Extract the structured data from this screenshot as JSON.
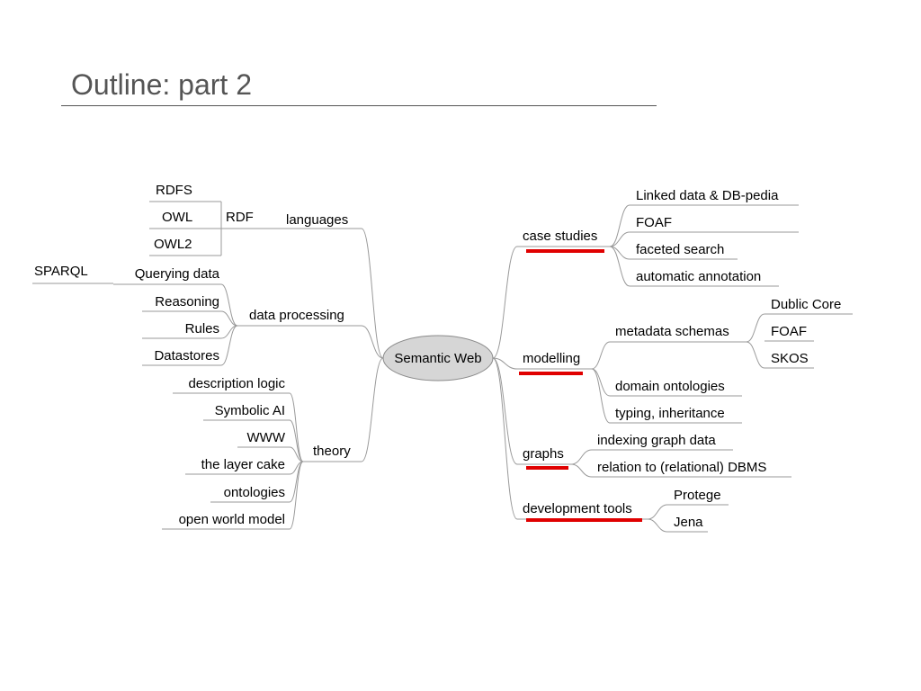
{
  "slide": {
    "title": "Outline: part 2"
  },
  "colors": {
    "line": "#9a9a9a",
    "highlight": "#e00000",
    "node_fill": "#d6d6d6",
    "node_stroke": "#8a8a8a"
  },
  "center": {
    "label": "Semantic Web"
  },
  "labels": {
    "languages": "languages",
    "rdf": "RDF",
    "rdfs": "RDFS",
    "owl": "OWL",
    "owl2": "OWL2",
    "data_processing": "data processing",
    "querying_data": "Querying data",
    "sparql": "SPARQL",
    "reasoning": "Reasoning",
    "rules": "Rules",
    "datastores": "Datastores",
    "theory": "theory",
    "description_logic": "description logic",
    "symbolic_ai": "Symbolic AI",
    "www": "WWW",
    "layer_cake": "the layer cake",
    "ontologies": "ontologies",
    "open_world": "open world model",
    "case_studies": "case studies",
    "linked_data": "Linked data & DB-pedia",
    "foaf_1": "FOAF",
    "faceted_search": "faceted search",
    "auto_annotation": "automatic annotation",
    "modelling": "modelling",
    "metadata_schemas": "metadata schemas",
    "dublin_core": "Dublic Core",
    "foaf_2": "FOAF",
    "skos": "SKOS",
    "domain_ontologies": "domain ontologies",
    "typing_inheritance": "typing, inheritance",
    "graphs": "graphs",
    "indexing_graph": "indexing graph data",
    "relation_dbms": "relation to (relational) DBMS",
    "dev_tools": "development tools",
    "protege": "Protege",
    "jena": "Jena"
  }
}
